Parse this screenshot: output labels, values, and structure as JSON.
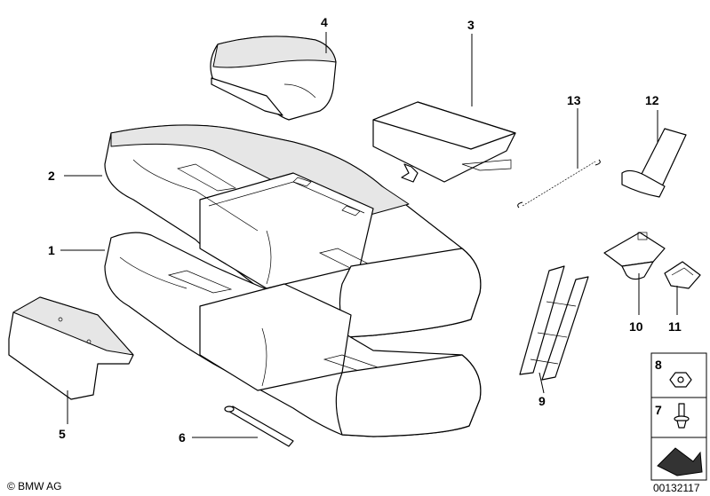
{
  "parts": [
    {
      "num": "1",
      "name": "seat-cushion-base"
    },
    {
      "num": "2",
      "name": "seat-cushion-cover"
    },
    {
      "num": "3",
      "name": "center-armrest-cushion"
    },
    {
      "num": "4",
      "name": "upholstery-pad"
    },
    {
      "num": "5",
      "name": "seat-pan-bracket"
    },
    {
      "num": "6",
      "name": "wire-rod"
    },
    {
      "num": "7",
      "name": "bolt"
    },
    {
      "num": "8",
      "name": "nut"
    },
    {
      "num": "9",
      "name": "ladder-frame"
    },
    {
      "num": "10",
      "name": "bracket-clip"
    },
    {
      "num": "11",
      "name": "clip"
    },
    {
      "num": "12",
      "name": "strap"
    },
    {
      "num": "13",
      "name": "tension-spring"
    }
  ],
  "footer": {
    "copyright": "© BMW AG",
    "diagram_id": "00132117"
  },
  "icons": [
    "nut-icon",
    "bolt-icon",
    "arrow-icon"
  ]
}
